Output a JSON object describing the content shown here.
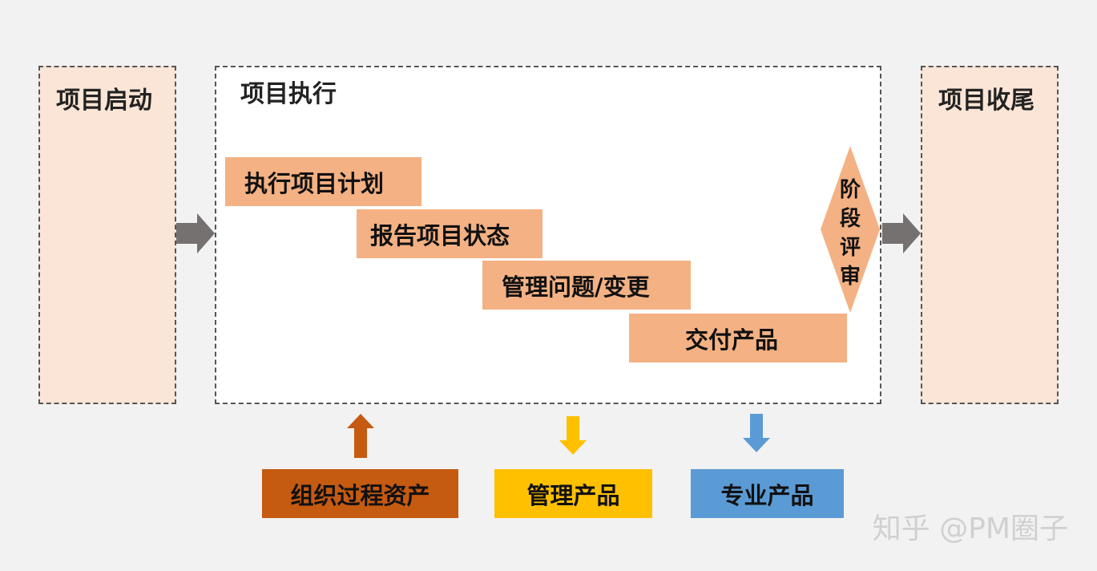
{
  "phases": {
    "start": "项目启动",
    "execution": "项目执行",
    "close": "项目收尾"
  },
  "steps": [
    "执行项目计划",
    "报告项目状态",
    "管理问题/变更",
    "交付产品"
  ],
  "review": [
    "阶",
    "段",
    "评",
    "审"
  ],
  "resources": {
    "org_assets": "组织过程资产",
    "mgmt_products": "管理产品",
    "pro_products": "专业产品"
  },
  "watermark": "知乎 @PM圈子",
  "colors": {
    "step_fill": "#f4b183",
    "phase_fill": "#fbe5d6",
    "org_assets": "#c55a11",
    "mgmt_products": "#ffc000",
    "pro_products": "#5b9bd5",
    "arrow_gray": "#767171"
  }
}
